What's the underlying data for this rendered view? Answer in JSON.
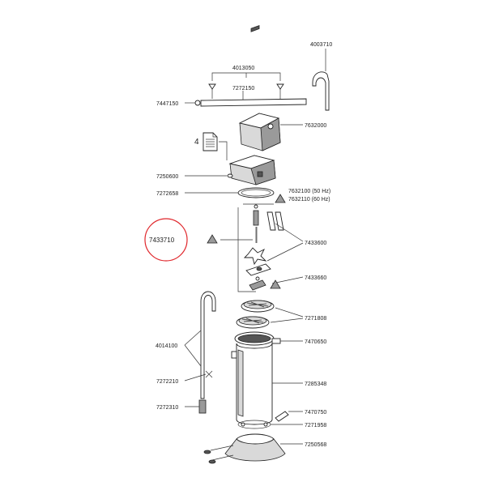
{
  "diagram": {
    "highlight_color": "#e0262b",
    "labels": {
      "p4003710": "4003710",
      "p4013050": "4013050",
      "p7272150": "7272150",
      "p7447150": "7447150",
      "p7632000": "7632000",
      "doc_number": "4",
      "p7250600": "7250600",
      "p7272658": "7272658",
      "p7632100": "7632100 (50 Hz)",
      "p7632110": "7632110 (60 Hz)",
      "p7433710": "7433710",
      "p7433600": "7433600",
      "p7433660": "7433660",
      "p7271808": "7271808",
      "p4014100": "4014100",
      "p7470650": "7470650",
      "p7285348": "7285348",
      "p7272210": "7272210",
      "p7272310": "7272310",
      "p7470750": "7470750",
      "p7271958": "7271958",
      "p7250568": "7250568"
    }
  }
}
